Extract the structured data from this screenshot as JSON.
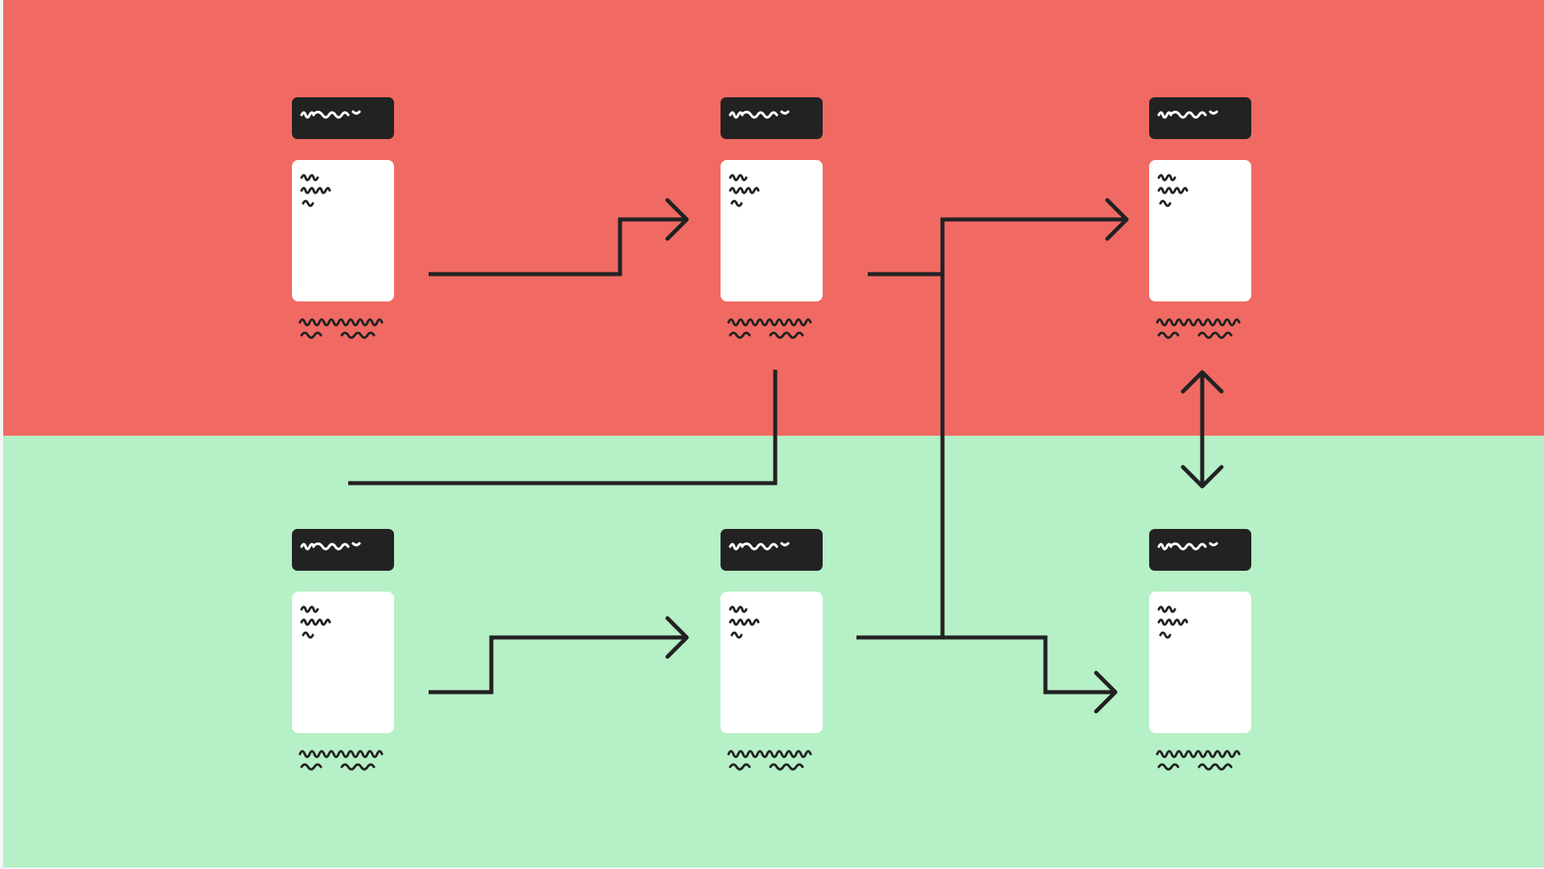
{
  "colors": {
    "top_band": "#F06A63",
    "bottom_band": "#B6F0C6",
    "stroke": "#222222",
    "card_header": "#222222",
    "card_body": "#FFFFFF",
    "header_scribble": "#FFFFFF",
    "body_scribble": "#222222"
  },
  "bands": [
    {
      "name": "top-band"
    },
    {
      "name": "bottom-band"
    }
  ],
  "cards": [
    {
      "id": "card-top-1",
      "band": "top"
    },
    {
      "id": "card-top-2",
      "band": "top"
    },
    {
      "id": "card-top-3",
      "band": "top"
    },
    {
      "id": "card-bottom-1",
      "band": "bottom"
    },
    {
      "id": "card-bottom-2",
      "band": "bottom"
    },
    {
      "id": "card-bottom-3",
      "band": "bottom"
    }
  ],
  "connectors": [
    {
      "id": "connector-top1-to-top2",
      "arrow_end": true,
      "arrow_start": false
    },
    {
      "id": "connector-top2-to-bottom",
      "arrow_end": false,
      "arrow_start": false
    },
    {
      "id": "connector-bottom1-to-bottom2",
      "arrow_end": true,
      "arrow_start": false
    },
    {
      "id": "connector-top2-to-top3",
      "arrow_end": true,
      "arrow_start": false
    },
    {
      "id": "connector-bottom2-to-bottom3",
      "arrow_end": true,
      "arrow_start": false
    },
    {
      "id": "connector-top3-bottom3-bidirectional",
      "arrow_end": true,
      "arrow_start": true
    }
  ]
}
